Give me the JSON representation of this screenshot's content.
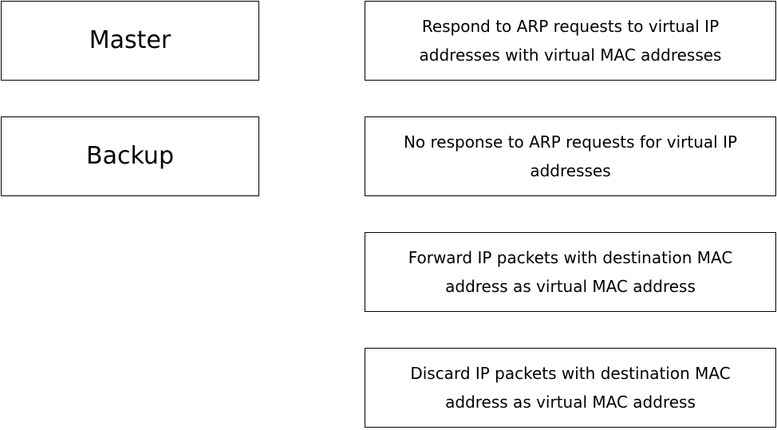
{
  "roles": [
    {
      "label": "Master"
    },
    {
      "label": "Backup"
    }
  ],
  "actions": [
    {
      "label": "Respond to ARP requests to virtual IP addresses with virtual MAC addresses"
    },
    {
      "label": "No response to ARP requests for virtual IP addresses"
    },
    {
      "label": "Forward IP packets with destination MAC address as virtual MAC address"
    },
    {
      "label": "Discard IP packets with destination MAC address as virtual MAC address"
    }
  ]
}
